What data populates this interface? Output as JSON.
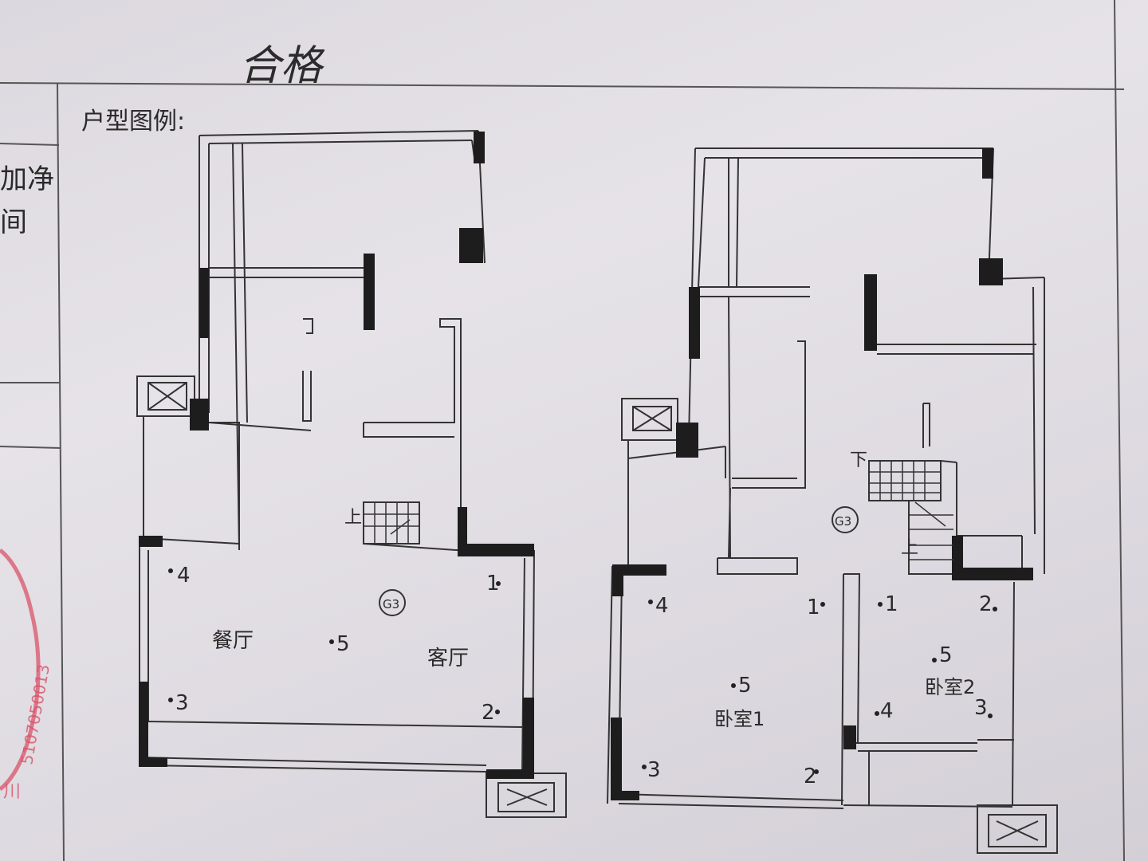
{
  "header": {
    "handwritten": "合格"
  },
  "side_panel": {
    "frag_line1": "加净",
    "frag_line2": "间"
  },
  "legend": {
    "title": "户型图例:"
  },
  "stamp": {
    "text": "5107050013",
    "tail": "川"
  },
  "plan_left": {
    "room_labels": [
      "餐厅",
      "客厅"
    ],
    "up_label": "上",
    "marker": "G3",
    "points": [
      "1",
      "2",
      "3",
      "4",
      "5"
    ]
  },
  "plan_right": {
    "room_labels": [
      "卧室1",
      "卧室2"
    ],
    "down_label": "下",
    "up_label": "上",
    "marker": "G3",
    "points_room1": [
      "1",
      "2",
      "3",
      "4",
      "5"
    ],
    "points_room2": [
      "1",
      "2",
      "3",
      "4",
      "5"
    ]
  }
}
